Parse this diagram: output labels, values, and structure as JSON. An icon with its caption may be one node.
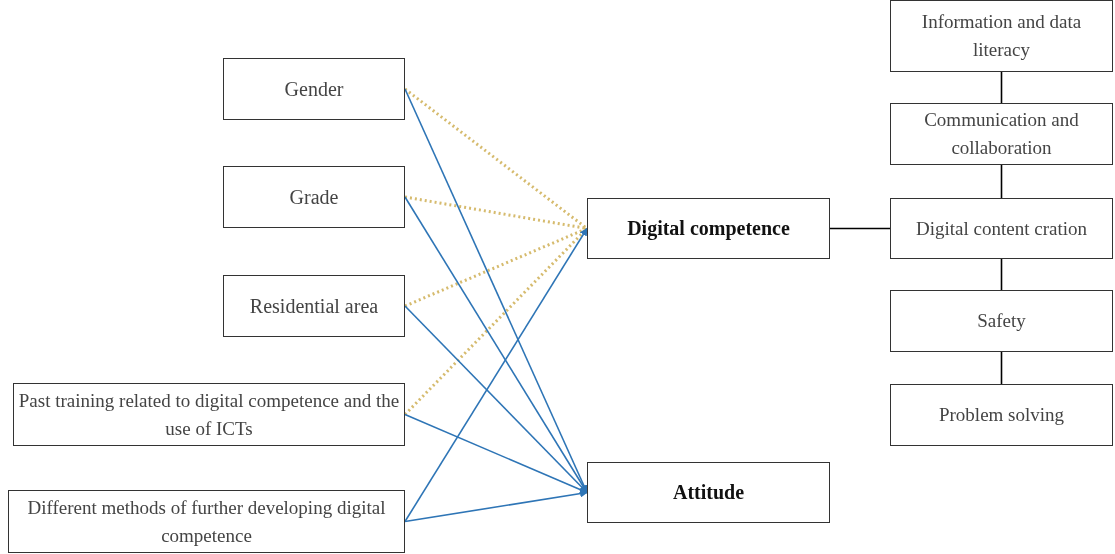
{
  "diagram": {
    "nodes": [
      {
        "text": [
          "Gender"
        ]
      },
      {
        "text": [
          "Grade"
        ]
      },
      {
        "text": [
          "Residential area"
        ]
      },
      {
        "text": [
          "Past training related to digital competence and the use of  ICTs"
        ]
      },
      {
        "text": [
          "Different methods of further developing digital competence"
        ]
      },
      {
        "text": [
          "Digital competence"
        ]
      },
      {
        "text": [
          "Attitude"
        ]
      },
      {
        "text": [
          "Information and data literacy"
        ]
      },
      {
        "text": [
          "Communication and collaboration"
        ]
      },
      {
        "text": [
          "Digital content cration"
        ]
      },
      {
        "text": [
          "Safety"
        ]
      },
      {
        "text": [
          "Problem solving"
        ]
      }
    ],
    "edges": [
      {
        "from": 0,
        "to": 5,
        "arrow": "none",
        "style": "dashed",
        "color": "#d6bb6e"
      },
      {
        "from": 1,
        "to": 5,
        "arrow": "none",
        "style": "dashed",
        "color": "#d6bb6e"
      },
      {
        "from": 2,
        "to": 5,
        "arrow": "none",
        "style": "dashed",
        "color": "#d6bb6e"
      },
      {
        "from": 3,
        "to": 5,
        "arrow": "none",
        "style": "dashed",
        "color": "#d6bb6e"
      },
      {
        "from": 0,
        "to": 6,
        "arrow": "to"
      },
      {
        "from": 1,
        "to": 6,
        "arrow": "to"
      },
      {
        "from": 2,
        "to": 6,
        "arrow": "to"
      },
      {
        "from": 3,
        "to": 6,
        "arrow": "to"
      },
      {
        "from": 4,
        "to": 6,
        "arrow": "to"
      },
      {
        "from": 4,
        "to": 5,
        "arrow": "to"
      },
      {
        "from": 5,
        "to": 9,
        "arrow": "none",
        "color": "#000000"
      },
      {
        "from": 7,
        "to": 8,
        "arrow": "none",
        "color": "#000000"
      },
      {
        "from": 8,
        "to": 9,
        "arrow": "none",
        "color": "#000000"
      },
      {
        "from": 9,
        "to": 10,
        "arrow": "none",
        "color": "#000000"
      },
      {
        "from": 10,
        "to": 11,
        "arrow": "none",
        "color": "#000000"
      }
    ]
  }
}
